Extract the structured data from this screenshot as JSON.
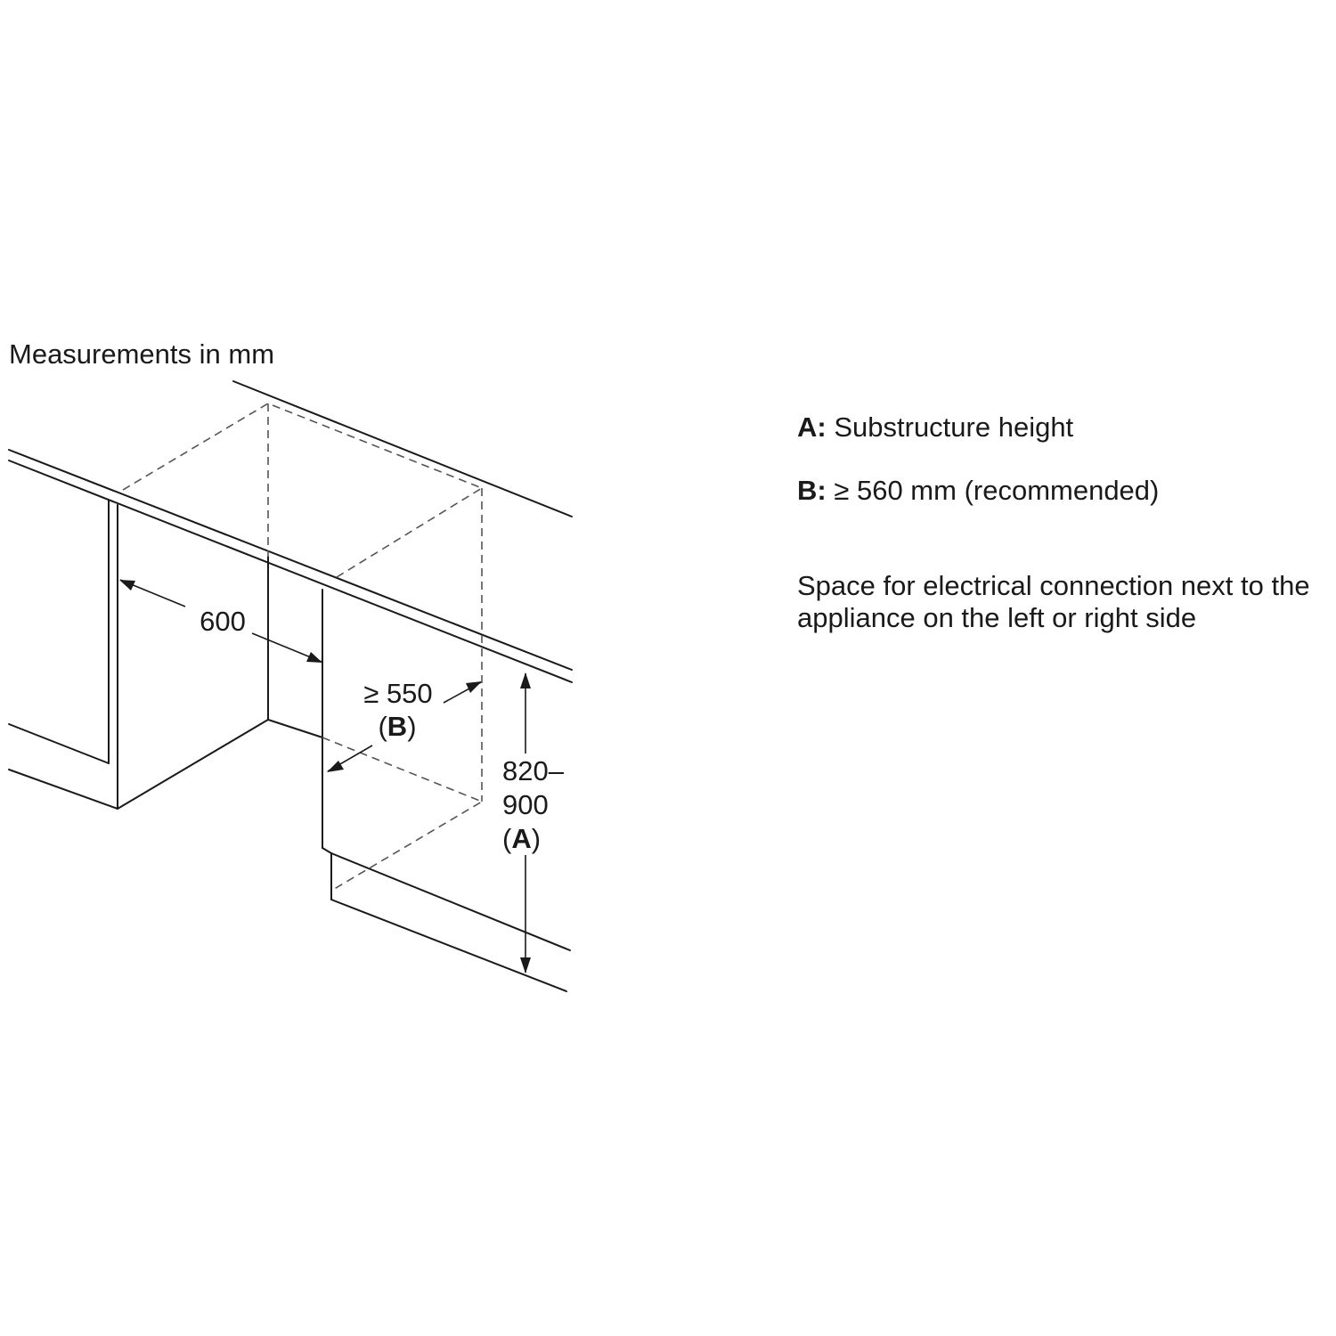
{
  "caption": "Measurements in mm",
  "dimensions": {
    "width": "600",
    "depth_value": "≥ 550",
    "depth_open": "(",
    "depth_key": "B",
    "depth_close": ")",
    "height_line1": "820–",
    "height_line2": "900",
    "height_open": "(",
    "height_key": "A",
    "height_close": ")"
  },
  "legend": {
    "a_key": "A:",
    "a_text": "Substructure height",
    "b_key": "B:",
    "b_text": "≥ 560 mm (recommended)",
    "note": "Space for electrical connection next to the appliance on the left or right side"
  }
}
